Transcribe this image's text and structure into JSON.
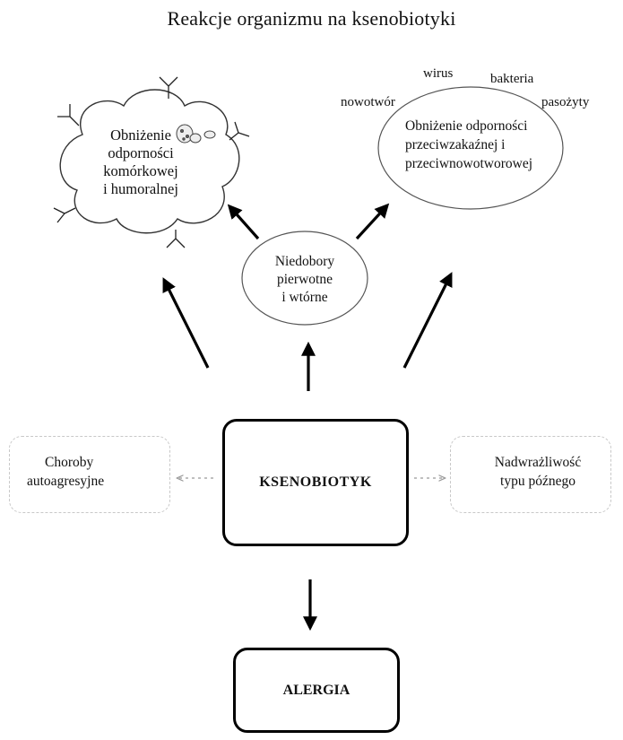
{
  "title": "Reakcje organizmu na ksenobiotyki",
  "nodes": {
    "cloud": {
      "lines": [
        "Obniżenie",
        "odporności",
        "komórkowej",
        "i humoralnej"
      ]
    },
    "immunity_ellipse": {
      "lines": [
        "Obniżenie odporności",
        "przeciwzakaźnej i",
        "przeciwnowotworowej"
      ]
    },
    "pathogens": {
      "wirus": "wirus",
      "bakteria": "bakteria",
      "nowotwor": "nowotwór",
      "pasozyty": "pasożyty"
    },
    "deficiency": {
      "lines": [
        "Niedobory",
        "pierwotne",
        "i wtórne"
      ]
    },
    "autoimmune": {
      "lines": [
        "Choroby",
        "autoagresyjne"
      ]
    },
    "xenobiotic": "KSENOBIOTYK",
    "hypersensitivity": {
      "lines": [
        "Nadwrażliwość",
        "typu późnego"
      ]
    },
    "allergy": "ALERGIA"
  },
  "edges": [
    {
      "from": "xenobiotic",
      "to": "cloud",
      "style": "bold"
    },
    {
      "from": "xenobiotic",
      "to": "deficiency",
      "style": "bold"
    },
    {
      "from": "xenobiotic",
      "to": "immunity_ellipse",
      "style": "bold"
    },
    {
      "from": "deficiency",
      "to": "cloud",
      "style": "bold"
    },
    {
      "from": "deficiency",
      "to": "immunity_ellipse",
      "style": "bold"
    },
    {
      "from": "xenobiotic",
      "to": "autoimmune",
      "style": "dotted"
    },
    {
      "from": "xenobiotic",
      "to": "hypersensitivity",
      "style": "dotted"
    },
    {
      "from": "xenobiotic",
      "to": "allergy",
      "style": "bold"
    }
  ]
}
